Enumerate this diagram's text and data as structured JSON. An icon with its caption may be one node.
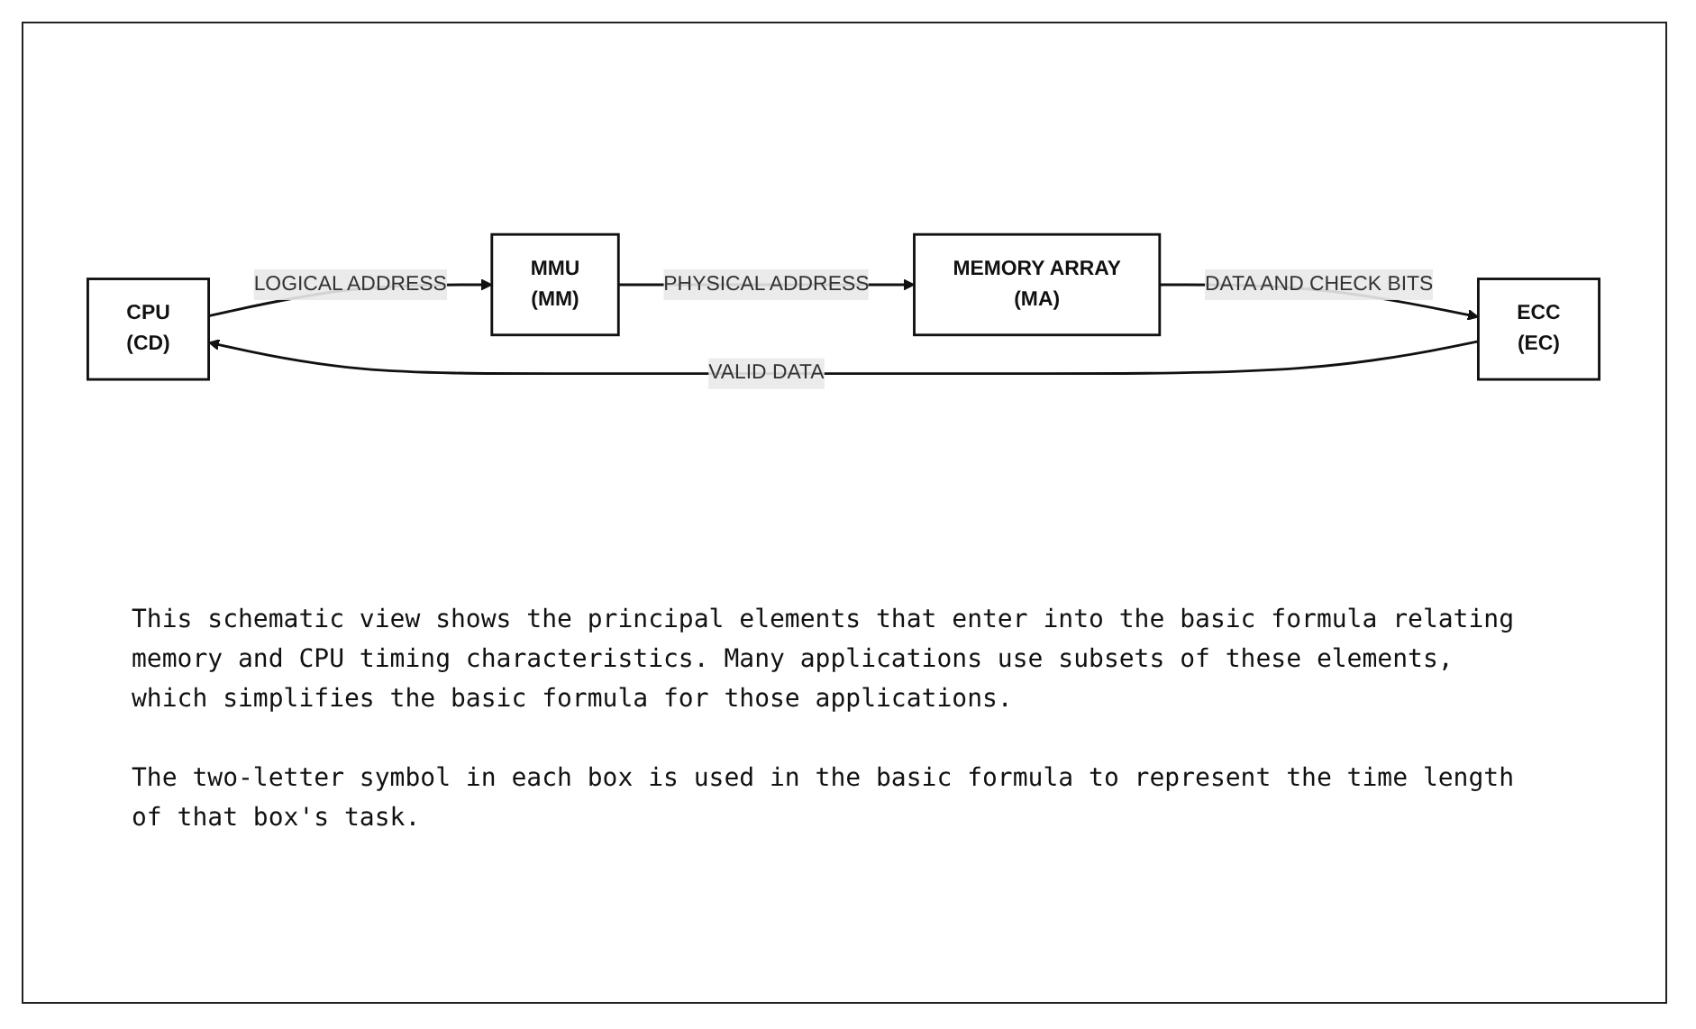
{
  "diagram": {
    "caption": "This schematic view shows the principal elements that enter into the basic formula relating memory and CPU timing characteristics. Many applications use subsets of these elements, which simplifies the basic formula for those applications.",
    "nodes": [
      {
        "text": [
          "CPU",
          "(CD)"
        ]
      },
      {
        "text": [
          "MMU",
          "(MM)"
        ]
      },
      {
        "text": [
          "MEMORY ARRAY",
          "(MA)"
        ]
      },
      {
        "text": [
          "ECC",
          "(EC)"
        ]
      }
    ],
    "edges": [
      {
        "from": 0,
        "to": 1,
        "arrow": "to",
        "label": "LOGICAL ADDRESS"
      },
      {
        "from": 1,
        "to": 2,
        "arrow": "to",
        "label": "PHYSICAL ADDRESS"
      },
      {
        "from": 2,
        "to": 3,
        "arrow": "to",
        "label": "DATA AND CHECK BITS"
      },
      {
        "from": 3,
        "to": 0,
        "arrow": "to",
        "label": "VALID DATA"
      }
    ],
    "labels": [
      "The two-letter symbol in each box is used in the basic formula to represent the time length of that box's task."
    ]
  }
}
